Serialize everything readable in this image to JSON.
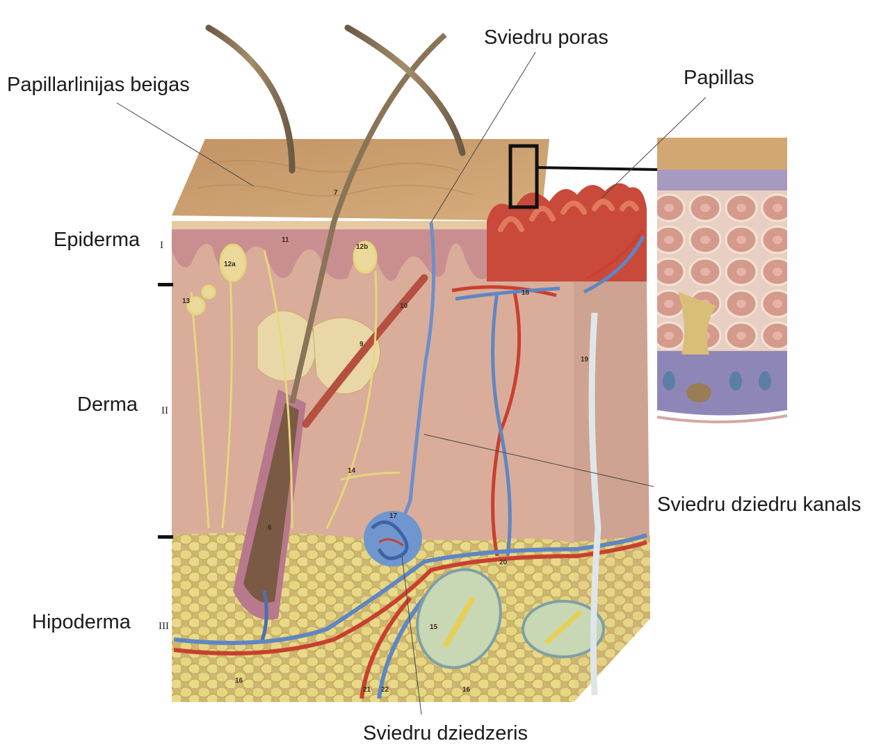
{
  "labels": {
    "papillarlinijas": "Papillarlinijas beigas",
    "sviedru_poras": "Sviedru poras",
    "papillas": "Papillas",
    "epiderma": "Epiderma",
    "derma": "Derma",
    "hipoderma": "Hipoderma",
    "sviedru_kanals": "Sviedru dziedru kanals",
    "sviedru_dziedzeris": "Sviedru dziedzeris"
  },
  "layer_numerals": [
    "I",
    "II",
    "III"
  ],
  "part_numbers": [
    "7",
    "11",
    "12a",
    "12b",
    "13",
    "10",
    "9",
    "18",
    "19",
    "14",
    "17",
    "6",
    "20",
    "15",
    "16",
    "16",
    "21",
    "22"
  ],
  "colors": {
    "epidermis_top": "#c9a273",
    "dermis": "#d8ae98",
    "fat": "#e3d47a",
    "artery": "#c8402f",
    "vein": "#5f86c4",
    "nerve": "#e6d77c"
  }
}
